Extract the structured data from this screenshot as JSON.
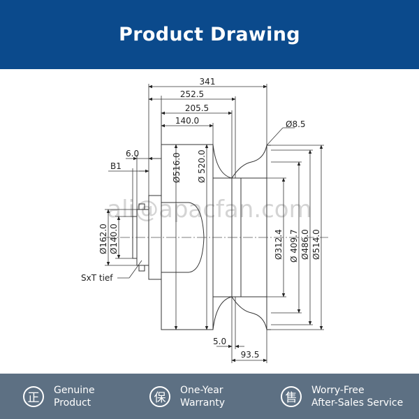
{
  "header": {
    "title": "Product Drawing"
  },
  "drawing": {
    "watermark": "ali@apacfan.com",
    "dims": {
      "d341": "341",
      "d252": "252.5",
      "d205": "205.5",
      "d140": "140.0",
      "d8_5": "Ø8.5",
      "d6": "6.0",
      "b1": "B1",
      "d516": "Ø516.0",
      "d520": "Ø 520.0",
      "d162": "Ø162.0",
      "d140d": "Ø140.0",
      "d312": "Ø312.4",
      "d409": "Ø 409.7",
      "d486": "Ø486.0",
      "d514": "Ø514.0",
      "sxt": "SxT tief",
      "d5": "5.0",
      "d93": "93.5"
    }
  },
  "footer": {
    "items": [
      {
        "glyph": "正",
        "line1": "Genuine",
        "line2": "Product"
      },
      {
        "glyph": "保",
        "line1": "One-Year",
        "line2": "Warranty"
      },
      {
        "glyph": "售",
        "line1": "Worry-Free",
        "line2": "After-Sales Service"
      }
    ]
  }
}
